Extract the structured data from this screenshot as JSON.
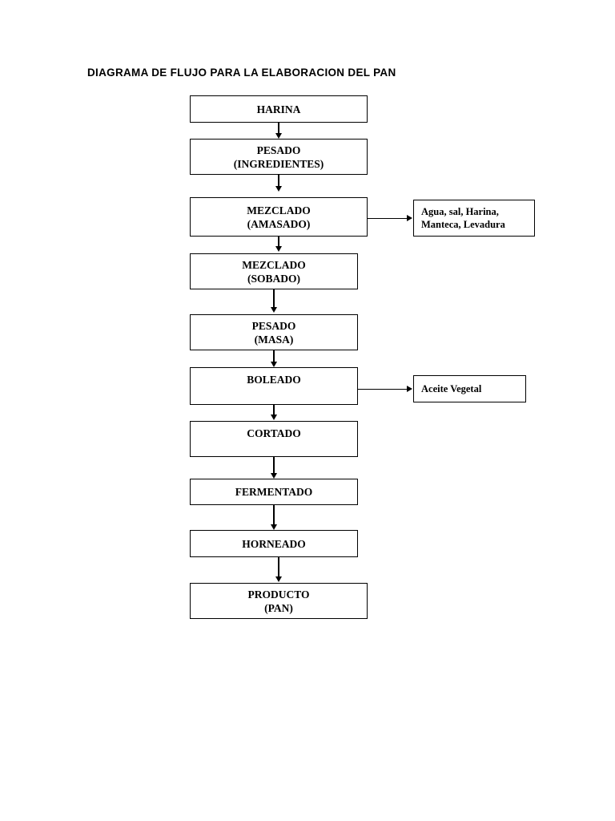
{
  "document": {
    "title": "DIAGRAMA DE FLUJO PARA LA ELABORACION DEL PAN",
    "background_color": "#ffffff",
    "line_color": "#000000"
  },
  "chart_data": {
    "type": "diagram",
    "diagram_type": "flowchart",
    "title": "DIAGRAMA DE FLUJO PARA LA ELABORACION DEL PAN",
    "orientation": "vertical-top-to-bottom",
    "nodes": [
      {
        "id": "n1",
        "label": "HARINA",
        "lines": [
          "HARINA"
        ]
      },
      {
        "id": "n2",
        "label": "PESADO (INGREDIENTES)",
        "lines": [
          "PESADO",
          "(INGREDIENTES)"
        ]
      },
      {
        "id": "n3",
        "label": "MEZCLADO (AMASADO)",
        "lines": [
          "MEZCLADO",
          "(AMASADO)"
        ]
      },
      {
        "id": "n4",
        "label": "MEZCLADO (SOBADO)",
        "lines": [
          "MEZCLADO",
          "(SOBADO)"
        ]
      },
      {
        "id": "n5",
        "label": "PESADO (MASA)",
        "lines": [
          "PESADO",
          "(MASA)"
        ]
      },
      {
        "id": "n6",
        "label": "BOLEADO",
        "lines": [
          "BOLEADO"
        ]
      },
      {
        "id": "n7",
        "label": "CORTADO",
        "lines": [
          "CORTADO"
        ]
      },
      {
        "id": "n8",
        "label": "FERMENTADO",
        "lines": [
          "FERMENTADO"
        ]
      },
      {
        "id": "n9",
        "label": "HORNEADO",
        "lines": [
          "HORNEADO"
        ]
      },
      {
        "id": "n10",
        "label": "PRODUCTO (PAN)",
        "lines": [
          "PRODUCTO",
          "(PAN)"
        ]
      }
    ],
    "side_nodes": [
      {
        "id": "s1",
        "label": "Agua, sal, Harina, Manteca, Levadura",
        "lines": [
          "Agua, sal, Harina,",
          "Manteca, Levadura"
        ],
        "attached_to": "n3"
      },
      {
        "id": "s2",
        "label": "Aceite Vegetal",
        "lines": [
          "Aceite Vegetal"
        ],
        "attached_to": "n6"
      }
    ],
    "edges": [
      {
        "from": "n1",
        "to": "n2",
        "direction": "down"
      },
      {
        "from": "n2",
        "to": "n3",
        "direction": "down"
      },
      {
        "from": "n3",
        "to": "n4",
        "direction": "down"
      },
      {
        "from": "n3",
        "to": "s1",
        "direction": "right"
      },
      {
        "from": "n4",
        "to": "n5",
        "direction": "down"
      },
      {
        "from": "n5",
        "to": "n6",
        "direction": "down"
      },
      {
        "from": "n6",
        "to": "s2",
        "direction": "right"
      },
      {
        "from": "n6",
        "to": "n7",
        "direction": "down"
      },
      {
        "from": "n7",
        "to": "n8",
        "direction": "down"
      },
      {
        "from": "n8",
        "to": "n9",
        "direction": "down"
      },
      {
        "from": "n9",
        "to": "n10",
        "direction": "down"
      }
    ]
  },
  "flow": {
    "step_1": {
      "text": "HARINA"
    },
    "step_2": {
      "text": "PESADO\n(INGREDIENTES)"
    },
    "step_3": {
      "text": "MEZCLADO\n(AMASADO)"
    },
    "step_4": {
      "text": "MEZCLADO\n(SOBADO)"
    },
    "step_5": {
      "text": "PESADO\n(MASA)"
    },
    "step_6": {
      "text": "BOLEADO"
    },
    "step_7": {
      "text": "CORTADO"
    },
    "step_8": {
      "text": "FERMENTADO"
    },
    "step_9": {
      "text": "HORNEADO"
    },
    "step_10": {
      "text": "PRODUCTO\n(PAN)"
    }
  },
  "inputs": {
    "ingredients": {
      "text": "Agua, sal, Harina,\nManteca, Levadura"
    },
    "oil": {
      "text": "Aceite Vegetal"
    }
  }
}
